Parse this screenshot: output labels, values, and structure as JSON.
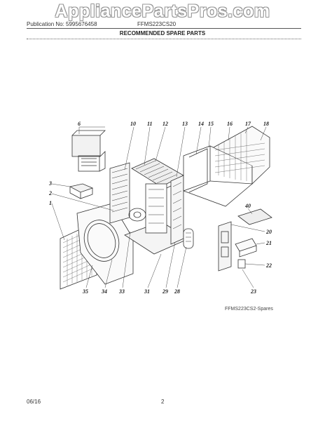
{
  "watermark": "AppliancePartsPros.com",
  "header": {
    "publication": "Publication No: 5995676458",
    "model": "FFMS223CS20",
    "title": "RECOMMENDED SPARE PARTS"
  },
  "diagram": {
    "callouts": [
      "6",
      "10",
      "11",
      "12",
      "13",
      "14",
      "15",
      "16",
      "17",
      "18",
      "3",
      "2",
      "1",
      "40",
      "20",
      "21",
      "22",
      "23",
      "35",
      "34",
      "33",
      "31",
      "29",
      "28"
    ],
    "caption": "FFMS223CS2-Spares"
  },
  "footer": {
    "date": "06/16",
    "page": "2"
  }
}
